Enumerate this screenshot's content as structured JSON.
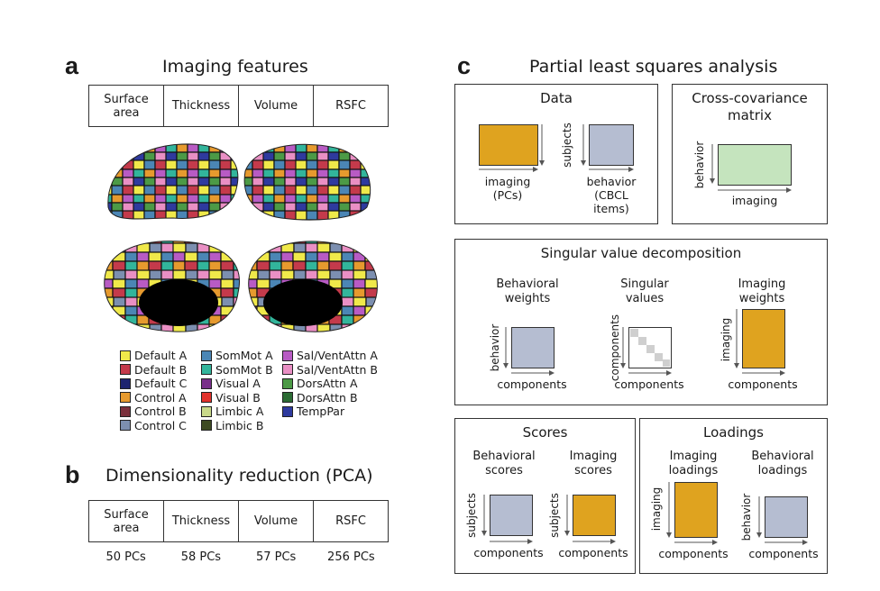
{
  "colors": {
    "imaging": "#dfa31f",
    "behavior": "#b5bdd1",
    "covariance": "#c5e4be",
    "diagonal": "#cfcfcf"
  },
  "panel_a": {
    "letter": "a",
    "title": "Imaging features",
    "features": [
      "Surface\narea",
      "Thickness",
      "Volume",
      "RSFC"
    ],
    "brain_image": "cortical parcellation brain renderings",
    "legend": [
      {
        "label": "Default A",
        "color": "#f0e94a"
      },
      {
        "label": "Default B",
        "color": "#c43a4b"
      },
      {
        "label": "Default C",
        "color": "#1d2470"
      },
      {
        "label": "Control A",
        "color": "#e69a2e"
      },
      {
        "label": "Control B",
        "color": "#7a2f3b"
      },
      {
        "label": "Control C",
        "color": "#7c8fb0"
      },
      {
        "label": "SomMot A",
        "color": "#4b86b5"
      },
      {
        "label": "SomMot B",
        "color": "#32b59b"
      },
      {
        "label": "Visual A",
        "color": "#792f8a"
      },
      {
        "label": "Visual B",
        "color": "#e1322c"
      },
      {
        "label": "Limbic A",
        "color": "#c9d98a"
      },
      {
        "label": "Limbic B",
        "color": "#3d4a22"
      },
      {
        "label": "Sal/VentAttn A",
        "color": "#b85bc4"
      },
      {
        "label": "Sal/VentAttn B",
        "color": "#e98fc4"
      },
      {
        "label": "DorsAttn A",
        "color": "#4c9a46"
      },
      {
        "label": "DorsAttn B",
        "color": "#2b6b33"
      },
      {
        "label": "TempPar",
        "color": "#2e3a9e"
      }
    ]
  },
  "panel_b": {
    "letter": "b",
    "title": "Dimensionality reduction (PCA)",
    "features": [
      "Surface\narea",
      "Thickness",
      "Volume",
      "RSFC"
    ],
    "pcs": [
      "50 PCs",
      "58 PCs",
      "57 PCs",
      "256 PCs"
    ]
  },
  "panel_c": {
    "letter": "c",
    "title": "Partial least squares analysis",
    "data_box": {
      "title": "Data",
      "imaging_label": "imaging\n(PCs)",
      "subjects_label": "subjects",
      "behavior_label": "behavior\n(CBCL\nitems)"
    },
    "cov_box": {
      "title": "Cross-covariance\nmatrix",
      "behavior_label": "behavior",
      "imaging_label": "imaging"
    },
    "svd_box": {
      "title": "Singular value decomposition",
      "behavioral_weights": "Behavioral\nweights",
      "singular_values": "Singular\nvalues",
      "imaging_weights": "Imaging\nweights",
      "behavior_axis": "behavior",
      "components_axis_v": "components",
      "imaging_axis": "imaging",
      "components_1": "components",
      "components_2": "components",
      "components_3": "components"
    },
    "scores_box": {
      "title": "Scores",
      "behavioral_scores": "Behavioral\nscores",
      "imaging_scores": "Imaging\nscores",
      "subjects_1": "subjects",
      "subjects_2": "subjects",
      "components_1": "components",
      "components_2": "components"
    },
    "loadings_box": {
      "title": "Loadings",
      "imaging_loadings": "Imaging\nloadings",
      "behavioral_loadings": "Behavioral\nloadings",
      "imaging_axis": "imaging",
      "behavior_axis": "behavior",
      "components_1": "components",
      "components_2": "components"
    }
  }
}
